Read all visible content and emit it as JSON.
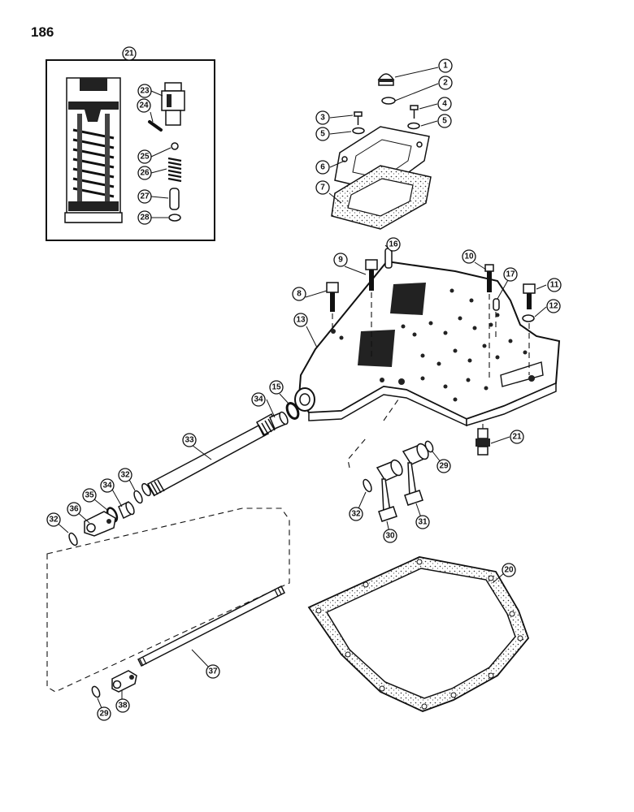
{
  "page_number": "186",
  "callouts": {
    "c1": "1",
    "c2": "2",
    "c3": "3",
    "c4": "4",
    "c5a": "5",
    "c5b": "5",
    "c6": "6",
    "c7": "7",
    "c8": "8",
    "c9": "9",
    "c10": "10",
    "c11": "11",
    "c12": "12",
    "c13": "13",
    "c15": "15",
    "c16": "16",
    "c17": "17",
    "c20": "20",
    "c21a": "21",
    "c21b": "21",
    "c23": "23",
    "c24": "24",
    "c25": "25",
    "c26": "26",
    "c27": "27",
    "c28": "28",
    "c29a": "29",
    "c29b": "29",
    "c30": "30",
    "c31": "31",
    "c32a": "32",
    "c32b": "32",
    "c32c": "32",
    "c33": "33",
    "c34a": "34",
    "c34b": "34",
    "c35": "35",
    "c36": "36",
    "c37": "37",
    "c38": "38"
  }
}
